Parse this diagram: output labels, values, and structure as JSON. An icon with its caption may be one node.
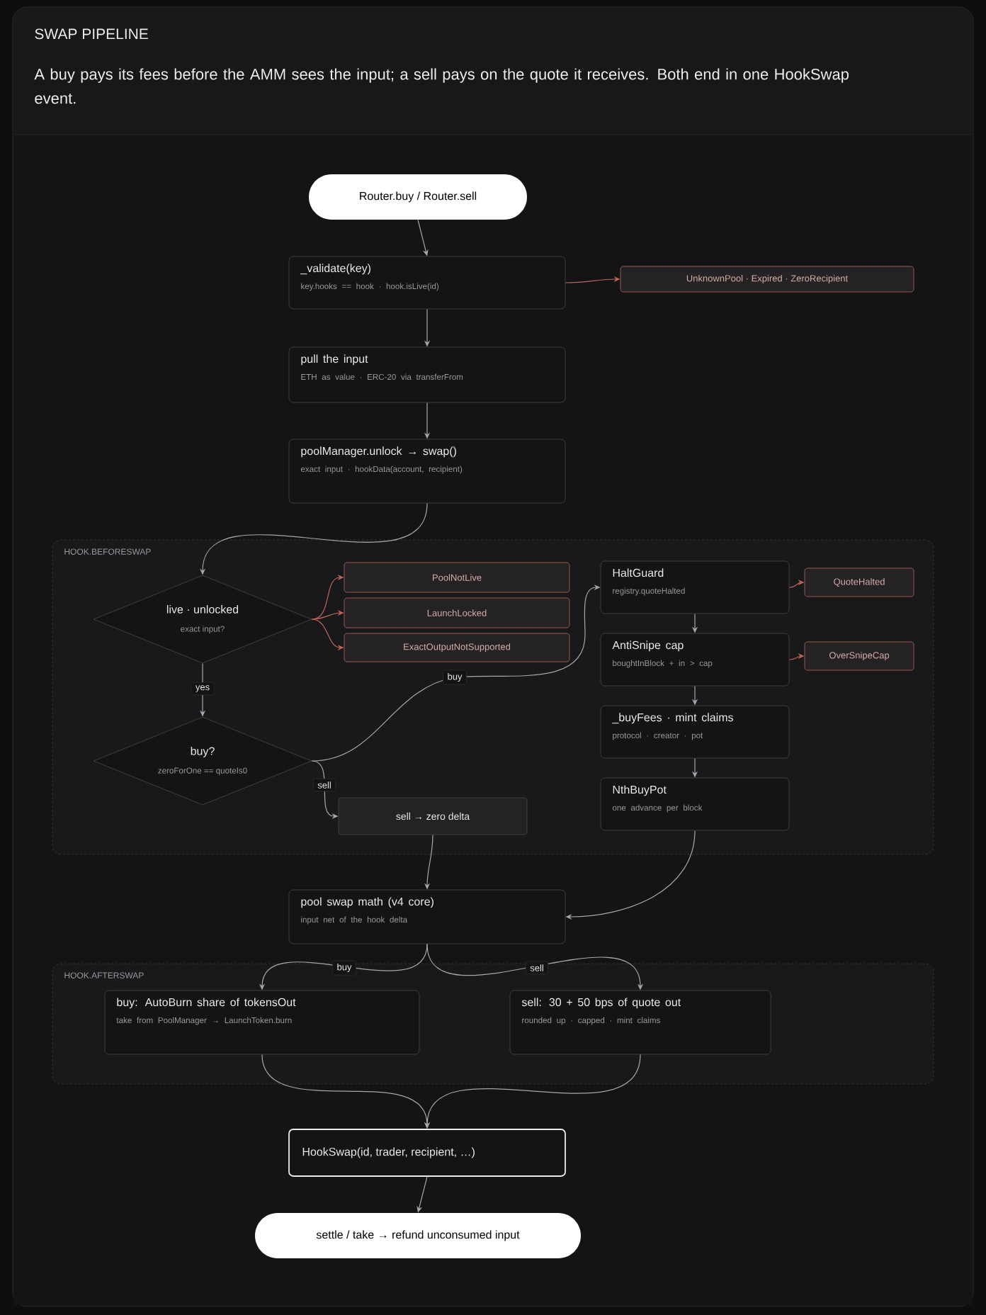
{
  "diagram": {
    "title": "SWAP PIPELINE",
    "caption": "A buy pays its fees before the AMM sees the input; a sell pays on the quote it receives. Both end in one HookSwap event.",
    "nodes": [
      {
        "text": [
          "Router.buy / Router.sell"
        ]
      },
      {
        "text": [
          "_validate(key)",
          "key.hooks == hook · hook.isLive(id)"
        ]
      },
      {
        "text": [
          "UnknownPool · Expired · ZeroRecipient"
        ]
      },
      {
        "text": [
          "pull the input",
          "ETH as value · ERC-20 via transferFrom"
        ]
      },
      {
        "text": [
          "poolManager.unlock → swap()",
          "exact input · hookData(account, recipient)"
        ]
      },
      {
        "text": [
          "HOOK.BEFORESWAP"
        ]
      },
      {
        "text": [
          "live · unlocked",
          "exact input?"
        ],
        "in": 5
      },
      {
        "text": [
          "PoolNotLive"
        ],
        "in": 5
      },
      {
        "text": [
          "LaunchLocked"
        ],
        "in": 5
      },
      {
        "text": [
          "ExactOutputNotSupported"
        ],
        "in": 5
      },
      {
        "text": [
          "HaltGuard",
          "registry.quoteHalted"
        ],
        "in": 5
      },
      {
        "text": [
          "QuoteHalted"
        ],
        "in": 5
      },
      {
        "text": [
          "buy?",
          "zeroForOne == quoteIs0"
        ],
        "in": 5
      },
      {
        "text": [
          "AntiSnipe cap",
          "boughtInBlock + in > cap"
        ],
        "in": 5
      },
      {
        "text": [
          "OverSnipeCap"
        ],
        "in": 5
      },
      {
        "text": [
          "_buyFees · mint claims",
          "protocol · creator · pot"
        ],
        "in": 5
      },
      {
        "text": [
          "sell → zero delta"
        ],
        "in": 5
      },
      {
        "text": [
          "NthBuyPot",
          "one advance per block"
        ],
        "in": 5
      },
      {
        "text": [
          "pool swap math (v4 core)",
          "input net of the hook delta"
        ]
      },
      {
        "text": [
          "HOOK.AFTERSWAP"
        ]
      },
      {
        "text": [
          "buy: AutoBurn share of tokensOut",
          "take from PoolManager → LaunchToken.burn"
        ],
        "in": 19
      },
      {
        "text": [
          "sell: 30 + 50 bps of quote out",
          "rounded up · capped · mint claims"
        ],
        "in": 19
      },
      {
        "text": [
          "HookSwap(id, trader, recipient, …)"
        ]
      },
      {
        "text": [
          "settle / take → refund unconsumed input"
        ]
      }
    ],
    "edges": [
      {
        "from": 0,
        "to": 1,
        "arrow": "to"
      },
      {
        "from": 1,
        "to": 2,
        "arrow": "to",
        "color": "#c0675a"
      },
      {
        "from": 1,
        "to": 3,
        "arrow": "to"
      },
      {
        "from": 3,
        "to": 4,
        "arrow": "to"
      },
      {
        "from": 4,
        "to": 6,
        "arrow": "to"
      },
      {
        "from": 6,
        "to": 7,
        "arrow": "to",
        "color": "#c0675a"
      },
      {
        "from": 6,
        "to": 8,
        "arrow": "to",
        "color": "#c0675a"
      },
      {
        "from": 6,
        "to": 9,
        "arrow": "to",
        "color": "#c0675a"
      },
      {
        "from": 6,
        "to": 12,
        "arrow": "to",
        "label": "yes"
      },
      {
        "from": 12,
        "to": 10,
        "arrow": "to",
        "label": "buy"
      },
      {
        "from": 12,
        "to": 16,
        "arrow": "to",
        "label": "sell"
      },
      {
        "from": 10,
        "to": 11,
        "arrow": "to",
        "color": "#c0675a"
      },
      {
        "from": 10,
        "to": 13,
        "arrow": "to"
      },
      {
        "from": 13,
        "to": 14,
        "arrow": "to",
        "color": "#c0675a"
      },
      {
        "from": 13,
        "to": 15,
        "arrow": "to"
      },
      {
        "from": 15,
        "to": 17,
        "arrow": "to"
      },
      {
        "from": 17,
        "to": 18,
        "arrow": "to"
      },
      {
        "from": 16,
        "to": 18,
        "arrow": "to"
      },
      {
        "from": 18,
        "to": 20,
        "arrow": "to",
        "label": "buy"
      },
      {
        "from": 18,
        "to": 21,
        "arrow": "to",
        "label": "sell"
      },
      {
        "from": 20,
        "to": 22,
        "arrow": "to"
      },
      {
        "from": 21,
        "to": 22,
        "arrow": "to"
      },
      {
        "from": 22,
        "to": 23,
        "arrow": "to"
      }
    ]
  }
}
